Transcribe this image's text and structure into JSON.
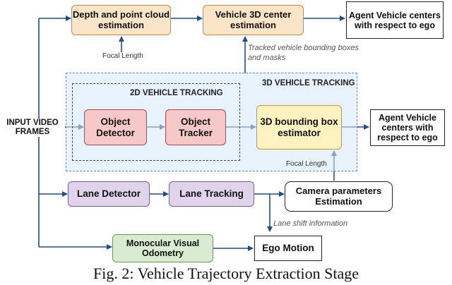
{
  "boxes": {
    "depth": "Depth and point cloud estimation",
    "center3d": "Vehicle 3D center estimation",
    "agent_top": "Agent Vehicle centers with respect to ego",
    "object_detector": "Object Detector",
    "object_tracker": "Object Tracker",
    "bbox3d": "3D bounding box estimator",
    "agent_mid": "Agent Vehicle centers with respect to ego",
    "lane_detector": "Lane Detector",
    "lane_tracking": "Lane Tracking",
    "camera_params": "Camera parameters Estimation",
    "visual_odometry": "Monocular Visual Odometry",
    "ego_motion": "Ego Motion"
  },
  "regions": {
    "tracking_3d": "3D VEHICLE TRACKING",
    "tracking_2d": "2D VEHICLE TRACKING"
  },
  "labels": {
    "input": "INPUT VIDEO FRAMES",
    "focal_top": "Focal Length",
    "focal_bottom": "Focal Length",
    "tracked_boxes": "Tracked vehicle bounding boxes and masks",
    "lane_shift": "Lane shift information"
  },
  "caption": "Fig. 2: Vehicle Trajectory Extraction Stage"
}
